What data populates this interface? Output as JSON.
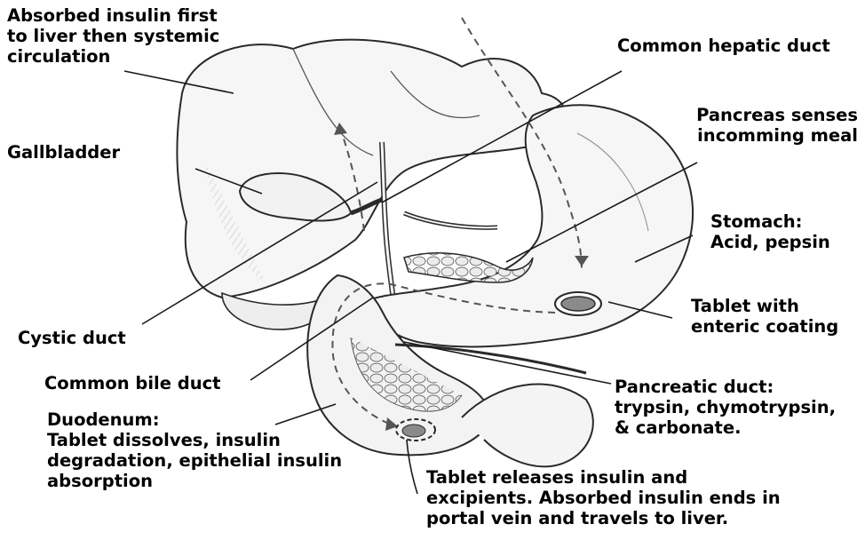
{
  "colors": {
    "line": "#1a1a1a",
    "organ_fill": "#f4f4f4",
    "organ_stroke": "#2a2a2a",
    "shade": "#9a9a9a",
    "tablet_fill": "#8a8a8a",
    "text": "#000000"
  },
  "labels": {
    "absorbed": [
      "Absorbed insulin first",
      "to liver then systemic",
      "circulation"
    ],
    "common_hepatic": [
      "Common hepatic duct"
    ],
    "pancreas": [
      "Pancreas senses",
      "incomming meal"
    ],
    "gallbladder": [
      "Gallbladder"
    ],
    "stomach": [
      "Stomach:",
      "Acid, pepsin"
    ],
    "tablet_coating": [
      "Tablet with",
      "enteric coating"
    ],
    "cystic": [
      "Cystic duct"
    ],
    "common_bile": [
      "Common bile duct"
    ],
    "pancreatic_duct": [
      "Pancreatic duct:",
      "trypsin, chymotrypsin,",
      "& carbonate."
    ],
    "duodenum": [
      "Duodenum:",
      "Tablet dissolves, insulin",
      "degradation, epithelial insulin",
      "absorption"
    ],
    "tablet_releases": [
      "Tablet releases insulin and",
      "excipients. Absorbed insulin ends in",
      "portal vein and travels to liver."
    ]
  }
}
